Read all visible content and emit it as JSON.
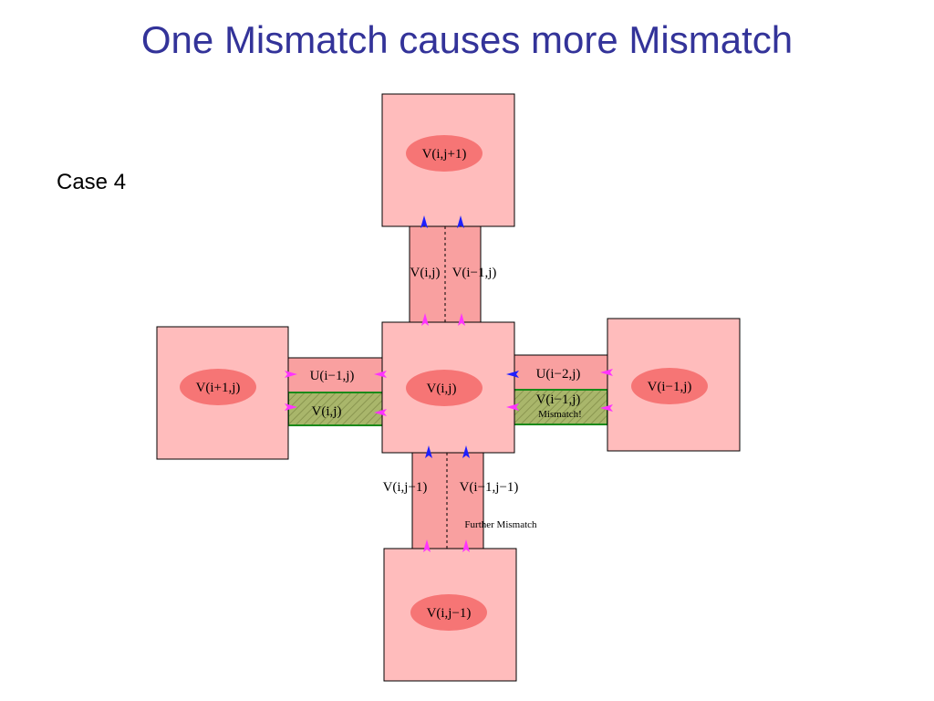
{
  "title": "One Mismatch causes more Mismatch",
  "case_label": "Case 4",
  "colors": {
    "title": "#333399",
    "cell_fill": "#ffbcbc",
    "ellipse_fill": "#f67575",
    "channel_fill": "#f9a0a0",
    "mismatch_fill": "#a9b66b",
    "arrow_blue": "#1f1fff",
    "arrow_magenta": "#ff33ff"
  },
  "cells": {
    "top": "V(i,j+1)",
    "center": "V(i,j)",
    "left": "V(i+1,j)",
    "right": "V(i−1,j)",
    "bottom": "V(i,j−1)"
  },
  "channels": {
    "top_left": "V(i,j)",
    "top_right": "V(i−1,j)",
    "left_top": "U(i−1,j)",
    "left_bottom": "V(i,j)",
    "right_top": "U(i−2,j)",
    "right_bottom": "V(i−1,j)",
    "right_note": "Mismatch!",
    "bottom_left": "V(i,j−1)",
    "bottom_right": "V(i−1,j−1)",
    "bottom_note": "Further Mismatch"
  }
}
